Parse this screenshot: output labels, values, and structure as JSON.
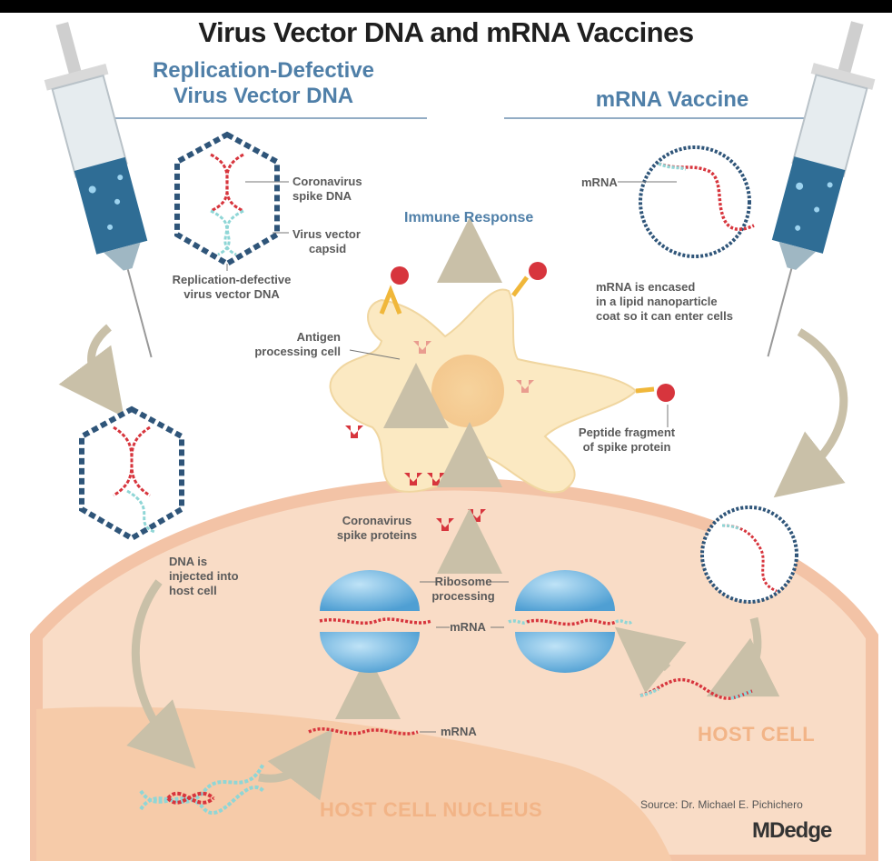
{
  "title": "Virus Vector DNA and mRNA Vaccines",
  "left_header": {
    "line1": "Replication-Defective",
    "line2": "Virus Vector DNA"
  },
  "right_header": "mRNA Vaccine",
  "labels": {
    "coronavirus_spike_dna": [
      "Coronavirus",
      "spike DNA"
    ],
    "virus_vector_capsid": [
      "Virus vector",
      "capsid"
    ],
    "replication_defective_dna": [
      "Replication-defective",
      "virus vector DNA"
    ],
    "immune_response": "Immune Response",
    "mrna_top": "mRNA",
    "mrna_encased": [
      "mRNA is encased",
      "in a lipid nanoparticle",
      "coat so it can enter cells"
    ],
    "antigen_processing_cell": [
      "Antigen",
      "processing cell"
    ],
    "peptide_fragment": [
      "Peptide fragment",
      "of spike protein"
    ],
    "coronavirus_spike_proteins": [
      "Coronavirus",
      "spike proteins"
    ],
    "dna_injected": [
      "DNA is",
      "injected into",
      "host cell"
    ],
    "ribosome_processing": [
      "Ribosome",
      "processing"
    ],
    "mrna_center": "mRNA",
    "mrna_nucleus": "mRNA",
    "host_cell": "HOST CELL",
    "host_cell_nucleus": "HOST CELL NUCLEUS",
    "source": "Source: Dr. Michael E. Pichichero",
    "logo": "MDedge"
  },
  "colors": {
    "cell": "#f9dcc6",
    "cell_edge": "#f3c3a6",
    "nucleus": "#f6cba9",
    "apc": "#fbe9c2",
    "dna_red": "#d7353d",
    "dna_cyan": "#8fd6d6",
    "capsid_blue": "#2f5579",
    "ribosome_blue": "#6db6e3",
    "arrow_tan": "#c9c0a8",
    "syringe_blue": "#2f6d95"
  }
}
